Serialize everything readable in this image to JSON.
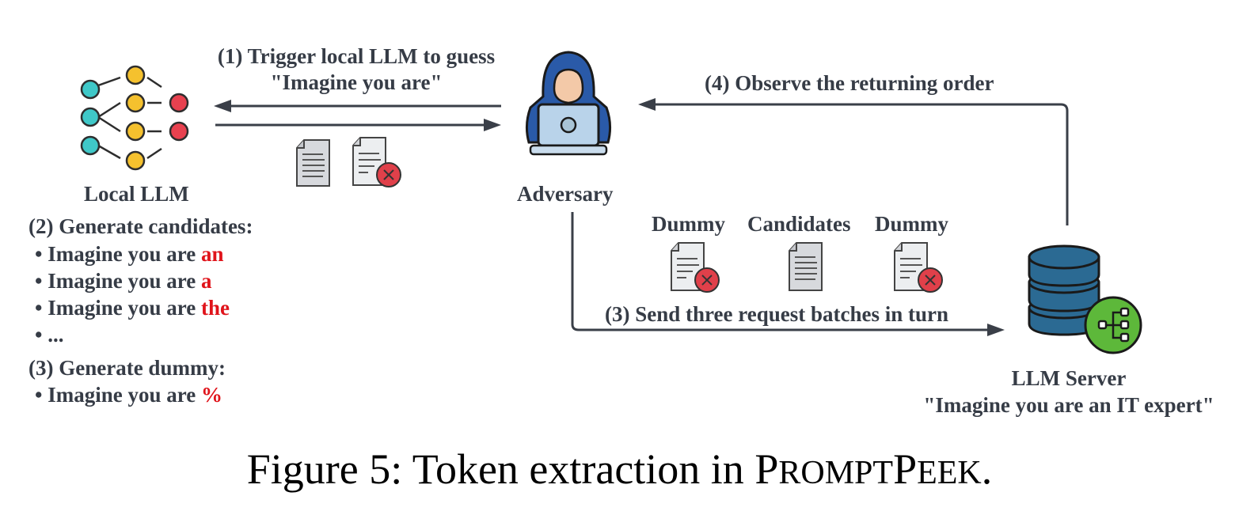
{
  "nodes": {
    "local_llm": {
      "label": "Local LLM"
    },
    "adversary": {
      "label": "Adversary"
    },
    "llm_server": {
      "label": "LLM Server",
      "secret_prompt": "\"Imagine you are an IT expert\""
    }
  },
  "steps": {
    "step1": {
      "line1": "(1) Trigger local LLM to guess",
      "line2": "\"Imagine you are\""
    },
    "step2": {
      "title": "(2) Generate candidates:",
      "items": [
        {
          "prefix": "Imagine you are ",
          "token": "an"
        },
        {
          "prefix": "Imagine you are ",
          "token": "a"
        },
        {
          "prefix": "Imagine you are ",
          "token": "the"
        },
        {
          "prefix": "...",
          "token": ""
        }
      ]
    },
    "step3_dummy": {
      "title": "(3) Generate dummy:",
      "items": [
        {
          "prefix": "Imagine you are ",
          "token": "%"
        }
      ]
    },
    "step3_send": {
      "label": "(3) Send three request batches in turn"
    },
    "step4": {
      "label": "(4) Observe the returning order"
    }
  },
  "batches": [
    {
      "label": "Dummy",
      "icon": "rejected-document-icon"
    },
    {
      "label": "Candidates",
      "icon": "document-icon"
    },
    {
      "label": "Dummy",
      "icon": "rejected-document-icon"
    }
  ],
  "bullet": "•",
  "caption": {
    "prefix": "Figure 5: Token extraction in ",
    "name_parts": [
      {
        "big": "P",
        "small": "ROMPT"
      },
      {
        "big": "P",
        "small": "EEK"
      }
    ],
    "suffix": "."
  },
  "colors": {
    "text": "#363c46",
    "token_highlight": "#e0141b",
    "arrow": "#3a3f48",
    "teal_node": "#3fc8c8",
    "yellow_node": "#f5c12e",
    "red_node": "#e8414f",
    "hoodie": "#2a5aa8",
    "db": "#2b6a93",
    "db_badge": "#5db83a"
  }
}
